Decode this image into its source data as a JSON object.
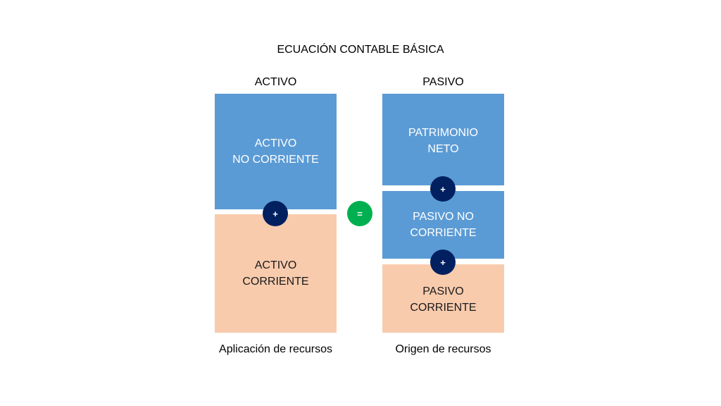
{
  "title": "ECUACIÓN CONTABLE BÁSICA",
  "activo": {
    "header": "ACTIVO",
    "no_corriente": [
      "ACTIVO",
      "NO CORRIENTE"
    ],
    "corriente": [
      "ACTIVO",
      "CORRIENTE"
    ],
    "caption": "Aplicación de recursos"
  },
  "pasivo": {
    "header": "PASIVO",
    "patrimonio_neto": [
      "PATRIMONIO",
      "NETO"
    ],
    "no_corriente": [
      "PASIVO NO",
      "CORRIENTE"
    ],
    "corriente": [
      "PASIVO",
      "CORRIENTE"
    ],
    "caption": "Origen de recursos"
  },
  "operators": {
    "plus": "+",
    "equals": "="
  },
  "colors": {
    "blue_box": "#5b9bd5",
    "peach_box": "#f8cbad",
    "plus_circle": "#002060",
    "equals_circle": "#00b050"
  }
}
